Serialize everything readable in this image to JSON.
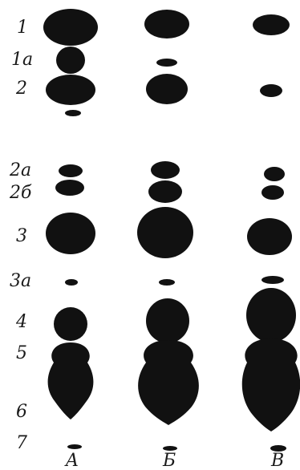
{
  "figure": {
    "row_labels": {
      "r1": "1",
      "r1a": "1a",
      "r2": "2",
      "r2a": "2a",
      "r2b": "2б",
      "r3": "3",
      "r3a": "3a",
      "r4": "4",
      "r5": "5",
      "r6": "6",
      "r7": "7"
    },
    "lane_labels": {
      "A": "A",
      "B": "Б",
      "V": "В"
    },
    "spot_color": "#111111"
  }
}
